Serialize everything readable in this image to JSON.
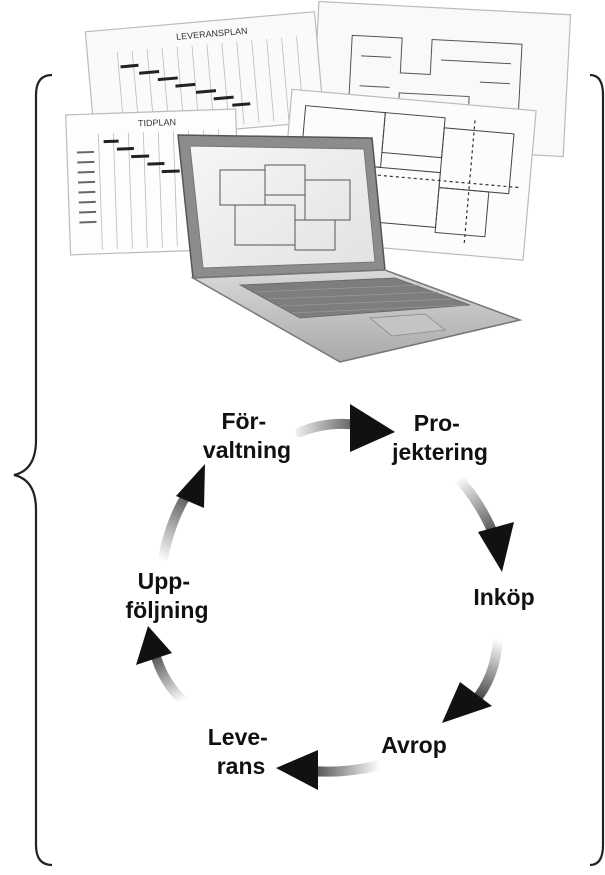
{
  "documents": {
    "leveransplan_title": "LEVERANSPLAN",
    "tidplan_title": "TIDPLAN"
  },
  "cycle": {
    "steps": [
      {
        "line1": "Pro-",
        "line2": "jektering"
      },
      {
        "line1": "Inköp",
        "line2": ""
      },
      {
        "line1": "Avrop",
        "line2": ""
      },
      {
        "line1": "Leve-",
        "line2": "rans"
      },
      {
        "line1": "Upp-",
        "line2": "följning"
      },
      {
        "line1": "För-",
        "line2": "valtning"
      }
    ]
  },
  "colors": {
    "arrow": "#111111",
    "arrow_tail": "#c8c8c8",
    "text": "#111111",
    "brace": "#222222",
    "paper": "#fbfbfb",
    "laptop": "#9a9a9a"
  }
}
